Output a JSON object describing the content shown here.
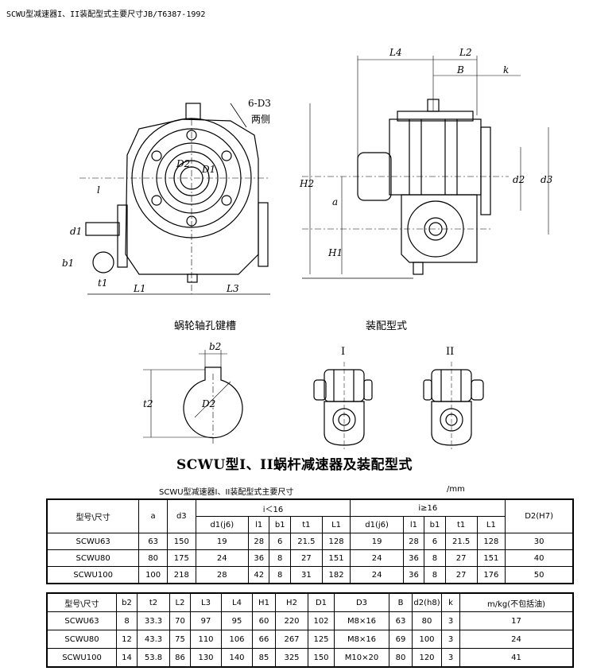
{
  "page": {
    "title": "SCWU型减速器I、II装配型式主要尺寸JB/T6387-1992"
  },
  "drawing": {
    "label_holes": "6-D3",
    "label_sides": "两侧",
    "label_keyway": "蜗轮轴孔键槽",
    "label_assembly": "装配型式",
    "label_type_1": "I",
    "label_type_2": "II",
    "dim_labels": {
      "l": "l",
      "d1": "d1",
      "b1": "b1",
      "t1": "t1",
      "L1": "L1",
      "L3": "L3",
      "L4": "L4",
      "L2": "L2",
      "B": "B",
      "k": "k",
      "H2": "H2",
      "a": "a",
      "H1": "H1",
      "d2": "d2",
      "d3": "d3",
      "D1": "D1",
      "D2": "D2",
      "b2": "b2",
      "t2": "t2"
    }
  },
  "caption": "SCWU型I、II蜗杆减速器及装配型式",
  "table_caption": "SCWU型减速器I、II装配型式主要尺寸",
  "table_unit": "/mm",
  "table1": {
    "header_model": "型号\\尺寸",
    "header_a": "a",
    "header_d3": "d3",
    "group_left": "i＜16",
    "group_right": "i≥16",
    "header_D2": "D2(H7)",
    "sub_headers": [
      "d1(j6)",
      "l1",
      "b1",
      "t1",
      "L1"
    ],
    "rows": [
      {
        "model": "SCWU63",
        "a": "63",
        "d3": "150",
        "left": [
          "19",
          "28",
          "6",
          "21.5",
          "128"
        ],
        "right": [
          "19",
          "28",
          "6",
          "21.5",
          "128"
        ],
        "D2": "30"
      },
      {
        "model": "SCWU80",
        "a": "80",
        "d3": "175",
        "left": [
          "24",
          "36",
          "8",
          "27",
          "151"
        ],
        "right": [
          "24",
          "36",
          "8",
          "27",
          "151"
        ],
        "D2": "40"
      },
      {
        "model": "SCWU100",
        "a": "100",
        "d3": "218",
        "left": [
          "28",
          "42",
          "8",
          "31",
          "182"
        ],
        "right": [
          "24",
          "36",
          "8",
          "27",
          "176"
        ],
        "D2": "50"
      }
    ]
  },
  "table2": {
    "headers": [
      "型号\\尺寸",
      "b2",
      "t2",
      "L2",
      "L3",
      "L4",
      "H1",
      "H2",
      "D1",
      "D3",
      "B",
      "d2(h8)",
      "k",
      "m/kg(不包括油)"
    ],
    "rows": [
      [
        "SCWU63",
        "8",
        "33.3",
        "70",
        "97",
        "95",
        "60",
        "220",
        "102",
        "M8×16",
        "63",
        "80",
        "3",
        "17"
      ],
      [
        "SCWU80",
        "12",
        "43.3",
        "75",
        "110",
        "106",
        "66",
        "267",
        "125",
        "M8×16",
        "69",
        "100",
        "3",
        "24"
      ],
      [
        "SCWU100",
        "14",
        "53.8",
        "86",
        "130",
        "140",
        "85",
        "325",
        "150",
        "M10×20",
        "80",
        "120",
        "3",
        "41"
      ]
    ]
  }
}
